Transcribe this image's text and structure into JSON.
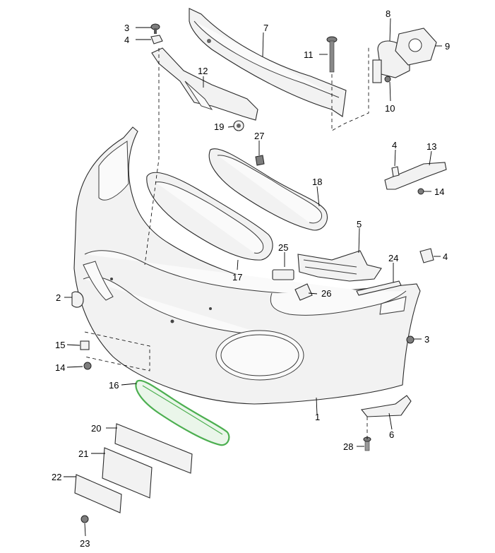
{
  "callouts": {
    "c1": "1",
    "c2": "2",
    "c3a": "3",
    "c3b": "3",
    "c4a": "4",
    "c4b": "4",
    "c4c": "4",
    "c5": "5",
    "c6": "6",
    "c7": "7",
    "c8": "8",
    "c9": "9",
    "c10": "10",
    "c11": "11",
    "c12": "12",
    "c13": "13",
    "c14a": "14",
    "c14b": "14",
    "c15": "15",
    "c16": "16",
    "c17": "17",
    "c18": "18",
    "c19": "19",
    "c20": "20",
    "c21": "21",
    "c22": "22",
    "c23": "23",
    "c24": "24",
    "c25": "25",
    "c26": "26",
    "c27": "27",
    "c28": "28"
  },
  "colors": {
    "highlight": "#4caf50",
    "line": "#000000",
    "part_fill": "#f2f2f2"
  }
}
